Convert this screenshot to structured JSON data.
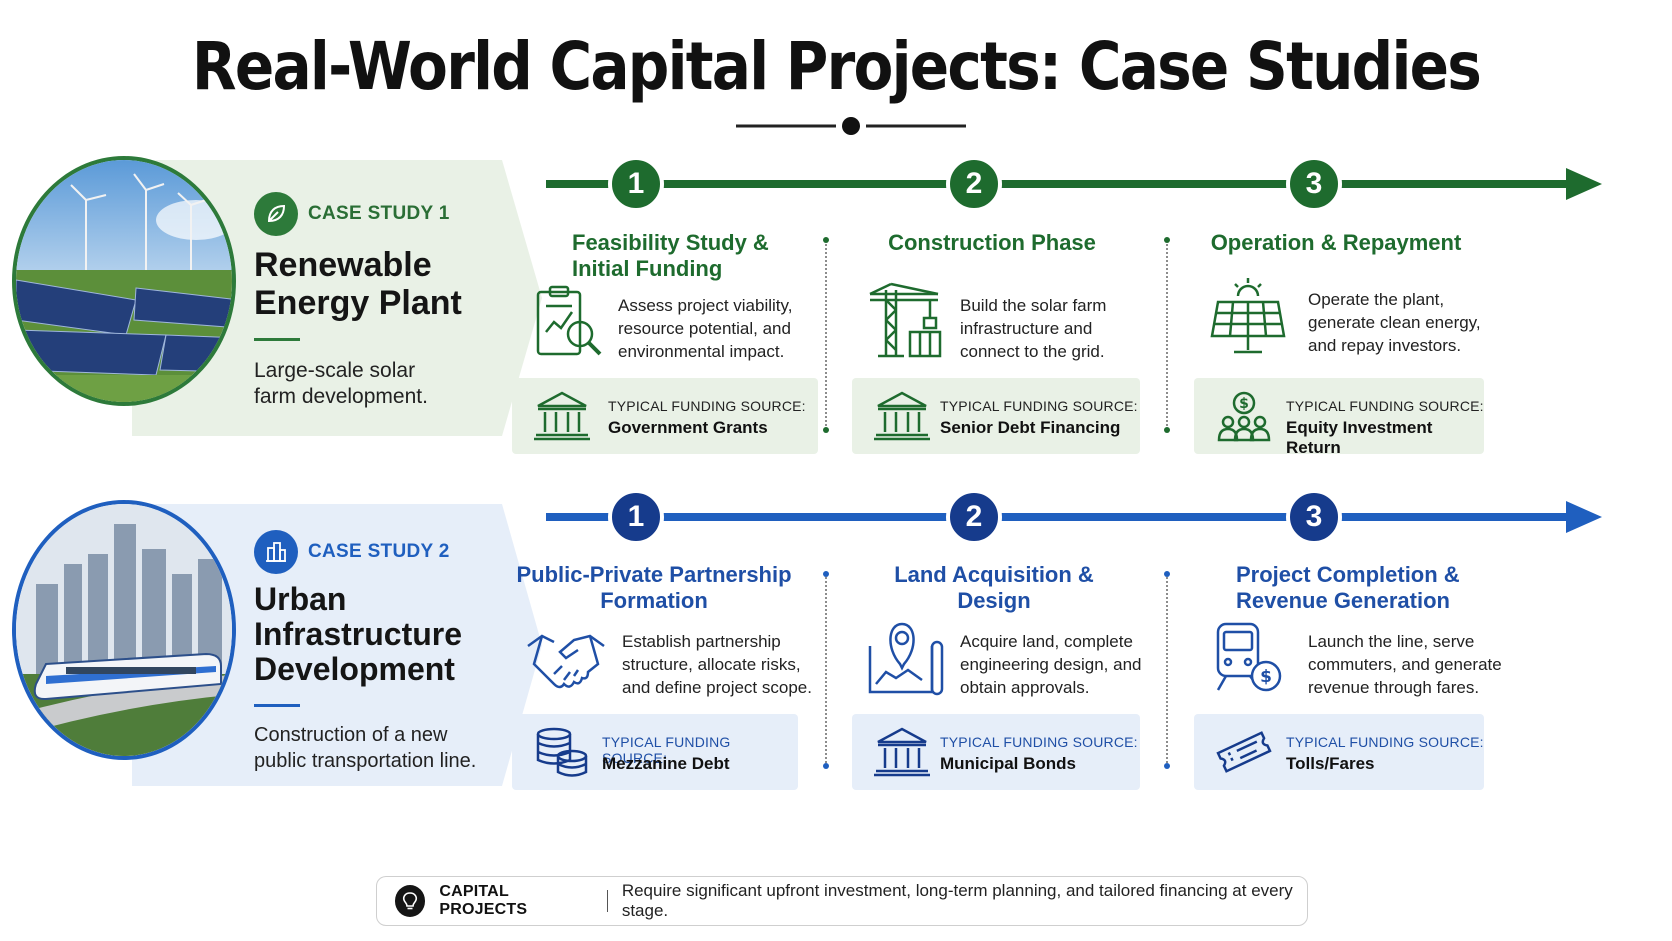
{
  "title": "Real-World Capital Projects: Case Studies",
  "colors": {
    "green": "#1e6b2e",
    "green_light": "#e9f1e6",
    "blue": "#1f5fbf",
    "navy": "#163b8c",
    "blue_light": "#e6eef9"
  },
  "case1": {
    "tag": "CASE STUDY 1",
    "tag_icon": "leaf-icon",
    "title_line1": "Renewable",
    "title_line2": "Energy Plant",
    "desc_line1": "Large-scale solar",
    "desc_line2": "farm development.",
    "photo": "solar-farm-photo",
    "steps": [
      {
        "num": "1",
        "title_line1": "Feasibility Study &",
        "title_line2": "Initial Funding",
        "icon": "clipboard-magnifier-icon",
        "text": [
          "Assess project viability,",
          "resource potential, and",
          "environmental impact."
        ],
        "fund_label": "TYPICAL FUNDING SOURCE:",
        "fund_value": "Government Grants",
        "fund_icon": "bank-icon"
      },
      {
        "num": "2",
        "title_line1": "Construction Phase",
        "title_line2": "",
        "icon": "crane-icon",
        "text": [
          "Build the solar farm",
          "infrastructure and",
          "connect to the grid."
        ],
        "fund_label": "TYPICAL FUNDING SOURCE:",
        "fund_value": "Senior Debt Financing",
        "fund_icon": "bank-icon"
      },
      {
        "num": "3",
        "title_line1": "Operation & Repayment",
        "title_line2": "",
        "icon": "solar-panel-icon",
        "text": [
          "Operate the plant,",
          "generate clean energy,",
          "and repay investors."
        ],
        "fund_label": "TYPICAL FUNDING SOURCE:",
        "fund_value": "Equity Investment Return",
        "fund_icon": "investors-dollar-icon"
      }
    ]
  },
  "case2": {
    "tag": "CASE STUDY 2",
    "tag_icon": "buildings-icon",
    "title_line1": "Urban",
    "title_line2": "Infrastructure",
    "title_line3": "Development",
    "desc_line1": "Construction of a new",
    "desc_line2": "public transportation line.",
    "photo": "city-train-photo",
    "steps": [
      {
        "num": "1",
        "title_line1": "Public-Private Partnership",
        "title_line2": "Formation",
        "icon": "handshake-icon",
        "text": [
          "Establish partnership",
          "structure, allocate risks,",
          "and define project scope."
        ],
        "fund_label": "TYPICAL FUNDING SOURCE:",
        "fund_value": "Mezzanine Debt",
        "fund_icon": "coins-icon"
      },
      {
        "num": "2",
        "title_line1": "Land Acquisition & Design",
        "title_line2": "",
        "icon": "map-pin-icon",
        "text": [
          "Acquire land, complete",
          "engineering design, and",
          "obtain approvals."
        ],
        "fund_label": "TYPICAL FUNDING SOURCE:",
        "fund_value": "Municipal Bonds",
        "fund_icon": "bank-icon"
      },
      {
        "num": "3",
        "title_line1": "Project Completion &",
        "title_line2": "Revenue Generation",
        "icon": "train-dollar-icon",
        "text": [
          "Launch the line, serve",
          "commuters, and generate",
          "revenue through fares."
        ],
        "fund_label": "TYPICAL FUNDING SOURCE:",
        "fund_value": "Tolls/Fares",
        "fund_icon": "ticket-icon"
      }
    ]
  },
  "footer": {
    "icon": "lightbulb-icon",
    "label": "CAPITAL PROJECTS",
    "text": "Require significant upfront investment, long-term planning, and tailored financing at every stage."
  }
}
